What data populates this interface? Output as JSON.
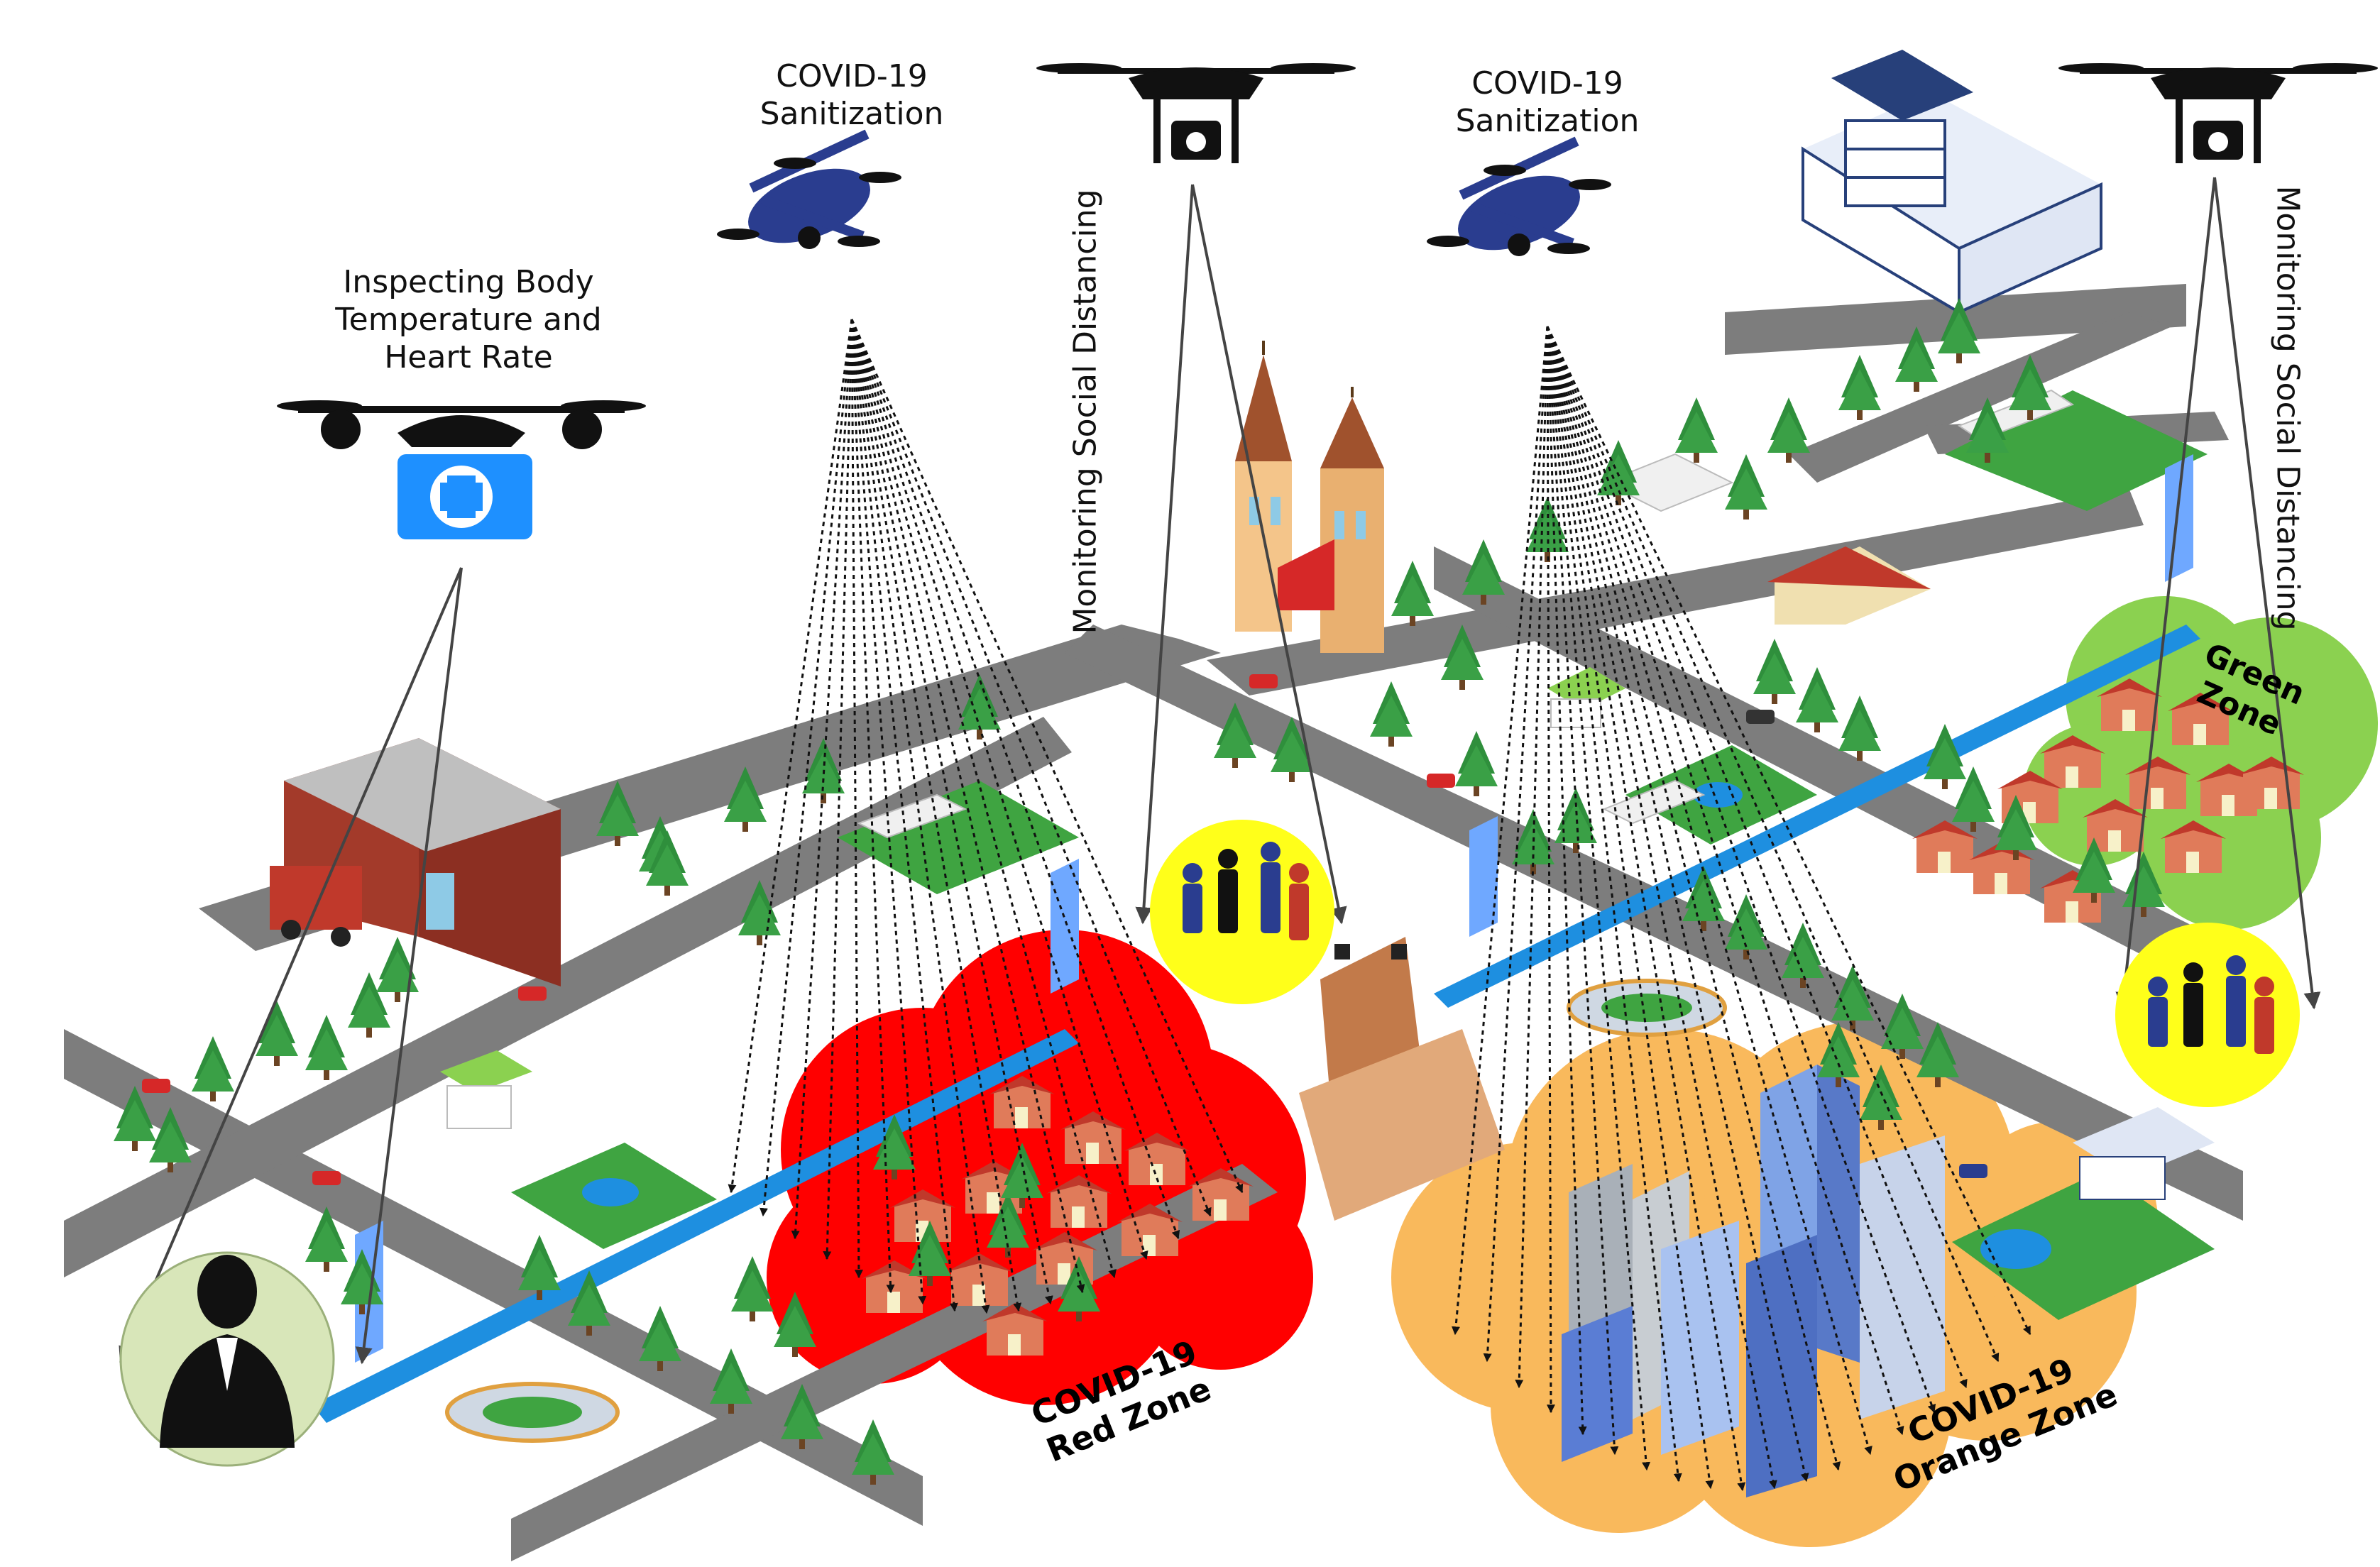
{
  "labels": {
    "sanitization_1": [
      "COVID-19",
      "Sanitization"
    ],
    "sanitization_2": [
      "COVID-19",
      "Sanitization"
    ],
    "inspecting": [
      "Inspecting Body",
      "Temperature and",
      "Heart Rate"
    ],
    "monitoring_1": "Monitoring Social Distancing",
    "monitoring_2": "Monitoring Social Distancing"
  },
  "zones": {
    "red": [
      "COVID-19",
      "Red Zone"
    ],
    "orange": [
      "COVID-19",
      "Orange Zone"
    ],
    "green": [
      "Green",
      "Zone"
    ]
  },
  "colors": {
    "red_zone": "#ff0000",
    "orange_zone": "#f9b95c",
    "green_zone": "#8bd150",
    "yellow_circle": "#ffff1a",
    "inspect_circle": "#d8e6b9",
    "road": "#7d7d7d",
    "river": "#1e8fe0",
    "drone_blue": "#2a3d8f",
    "drone_black": "#111111",
    "medical_box": "#1e90ff",
    "tree": "#2f8f3c",
    "house_wall": "#e07b5a",
    "house_roof": "#c0392b",
    "building_blue": "#6b8fd6",
    "grass": "#3fa441"
  },
  "icons": [
    "sanitization-drone-icon",
    "monitoring-drone-icon",
    "medical-drone-icon",
    "person-icon",
    "group-icon",
    "tree-icon",
    "house-icon",
    "building-icon",
    "church-icon",
    "hospital-icon",
    "fire-station-icon",
    "stadium-icon",
    "car-icon"
  ]
}
